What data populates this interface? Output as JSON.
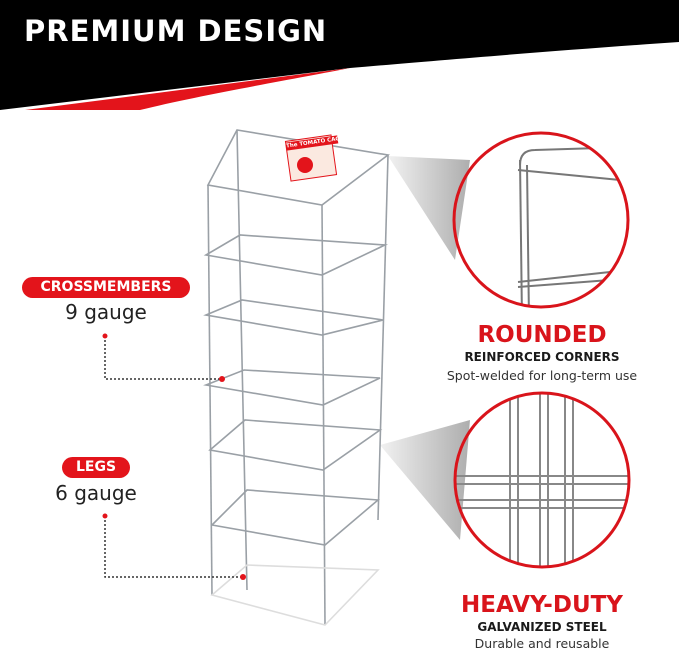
{
  "header": {
    "title": "PREMIUM DESIGN"
  },
  "product": {
    "tag_text": "The TOMATO CAGE"
  },
  "callouts_left": [
    {
      "label": "CROSSMEMBERS",
      "value": "9 gauge"
    },
    {
      "label": "LEGS",
      "value": "6 gauge"
    }
  ],
  "features": [
    {
      "title": "ROUNDED",
      "subtitle": "REINFORCED CORNERS",
      "description": "Spot-welded for long-term use"
    },
    {
      "title": "HEAVY-DUTY",
      "subtitle": "GALVANIZED STEEL",
      "description": "Durable and reusable"
    }
  ],
  "colors": {
    "accent": "#e3141b",
    "header": "#000000"
  }
}
